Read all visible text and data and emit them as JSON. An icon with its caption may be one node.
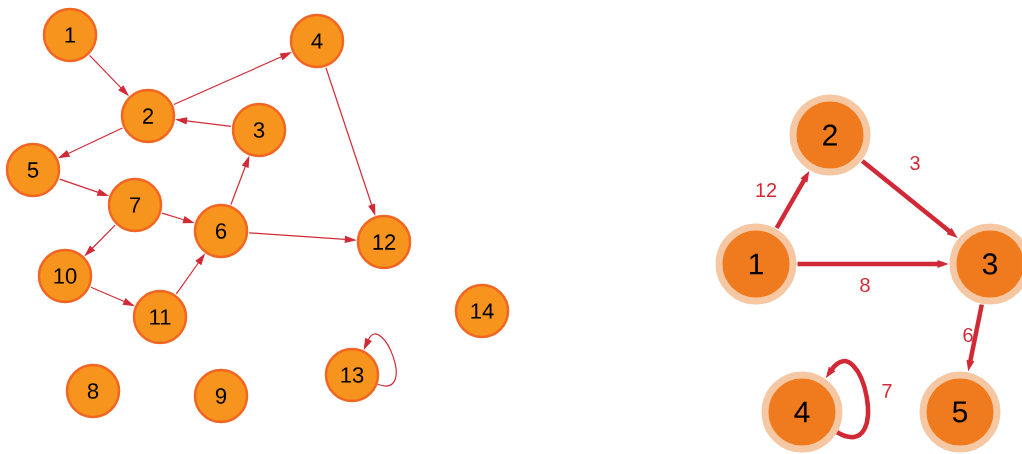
{
  "diagram": {
    "nodes": [
      {
        "text": [
          "1"
        ]
      },
      {
        "text": [
          "2"
        ]
      },
      {
        "text": [
          "3"
        ]
      },
      {
        "text": [
          "4"
        ]
      },
      {
        "text": [
          "5"
        ]
      },
      {
        "text": [
          "6"
        ]
      },
      {
        "text": [
          "7"
        ]
      },
      {
        "text": [
          "8"
        ]
      },
      {
        "text": [
          "9"
        ]
      },
      {
        "text": [
          "10"
        ]
      },
      {
        "text": [
          "11"
        ]
      },
      {
        "text": [
          "12"
        ]
      },
      {
        "text": [
          "13"
        ]
      },
      {
        "text": [
          "14"
        ]
      },
      {
        "text": [
          "1"
        ]
      },
      {
        "text": [
          "2"
        ]
      },
      {
        "text": [
          "3"
        ]
      },
      {
        "text": [
          "4"
        ]
      },
      {
        "text": [
          "5"
        ]
      }
    ],
    "edges": [
      {
        "from": 0,
        "to": 1,
        "arrow": "to"
      },
      {
        "from": 1,
        "to": 3,
        "arrow": "to"
      },
      {
        "from": 2,
        "to": 1,
        "arrow": "to"
      },
      {
        "from": 1,
        "to": 4,
        "arrow": "to"
      },
      {
        "from": 4,
        "to": 6,
        "arrow": "to"
      },
      {
        "from": 6,
        "to": 5,
        "arrow": "to"
      },
      {
        "from": 6,
        "to": 9,
        "arrow": "to"
      },
      {
        "from": 9,
        "to": 10,
        "arrow": "to"
      },
      {
        "from": 10,
        "to": 5,
        "arrow": "to"
      },
      {
        "from": 5,
        "to": 2,
        "arrow": "to"
      },
      {
        "from": 5,
        "to": 11,
        "arrow": "to"
      },
      {
        "from": 3,
        "to": 11,
        "arrow": "to"
      },
      {
        "from": 12,
        "to": 12,
        "arrow": "to"
      },
      {
        "from": 14,
        "to": 15,
        "arrow": "to",
        "label": "12",
        "style": "thick"
      },
      {
        "from": 15,
        "to": 16,
        "arrow": "to",
        "label": "3",
        "style": "thick"
      },
      {
        "from": 14,
        "to": 16,
        "arrow": "to",
        "label": "8",
        "style": "thick"
      },
      {
        "from": 16,
        "to": 18,
        "arrow": "to",
        "label": "6",
        "style": "thick"
      },
      {
        "from": 17,
        "to": 17,
        "arrow": "to",
        "label": "7",
        "style": "thick"
      }
    ]
  }
}
